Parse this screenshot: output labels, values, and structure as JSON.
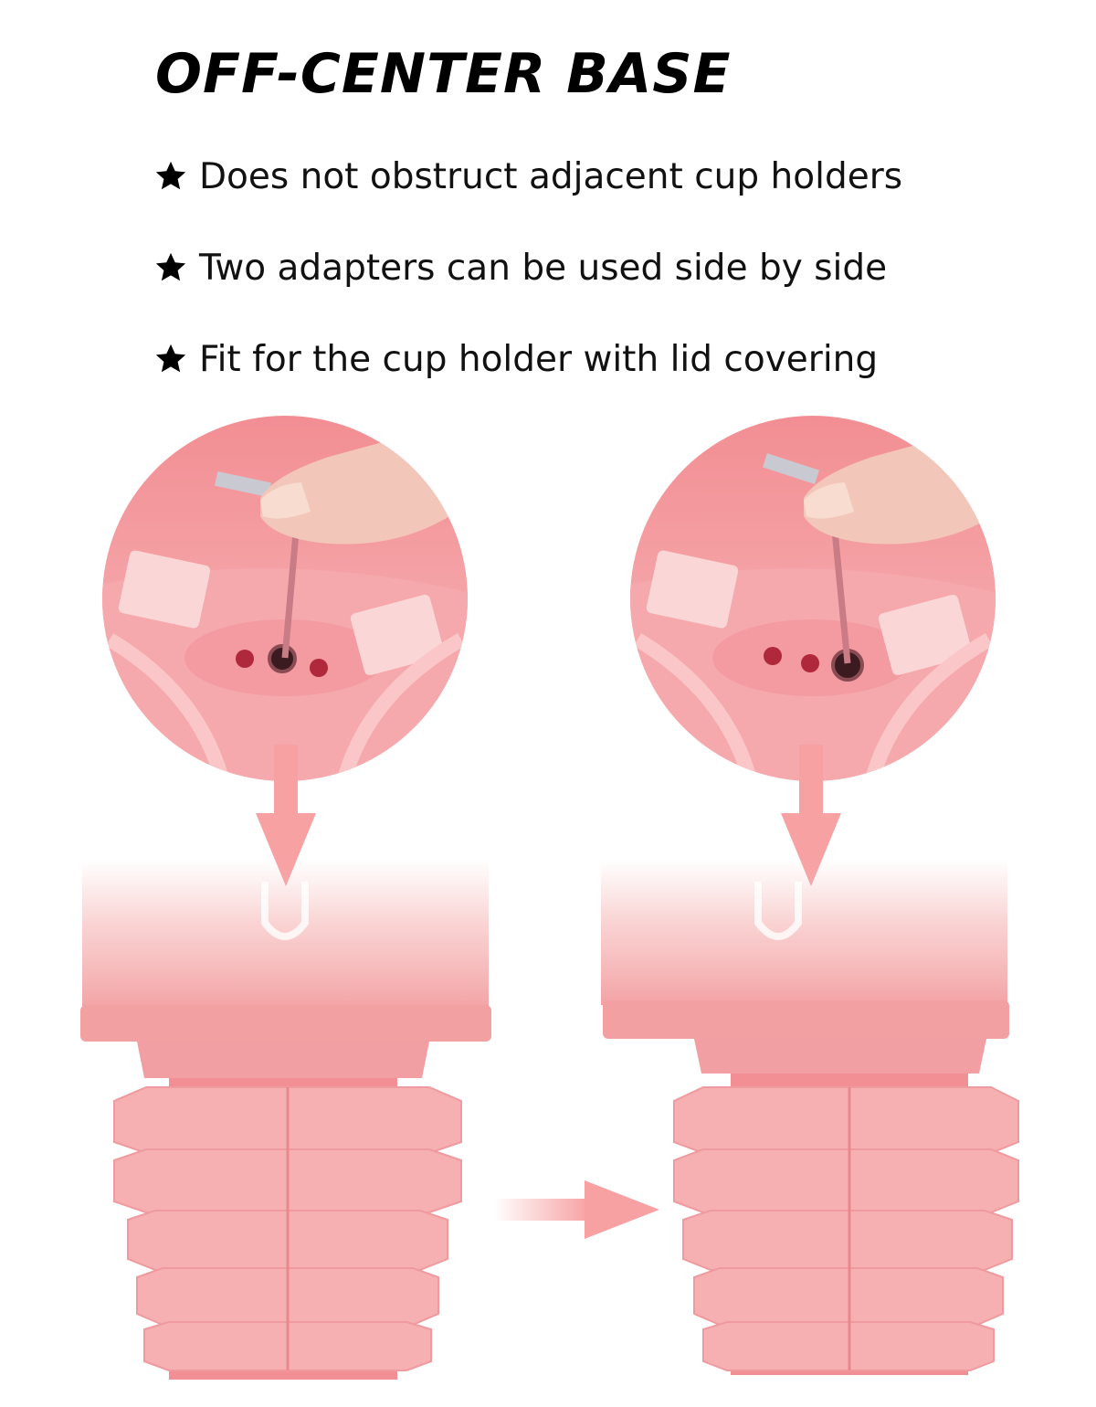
{
  "heading": "OFF-CENTER BASE",
  "features": [
    "Does not obstruct adjacent cup holders",
    "Two adapters can be used side by side",
    "Fit for the cup holder with lid covering"
  ],
  "colors": {
    "product_pink": "#f4a3a5",
    "arrow_pink": "#f7a1a3",
    "text": "#000000"
  },
  "icons": [
    "star-icon",
    "down-arrow-icon",
    "right-arrow-icon"
  ]
}
